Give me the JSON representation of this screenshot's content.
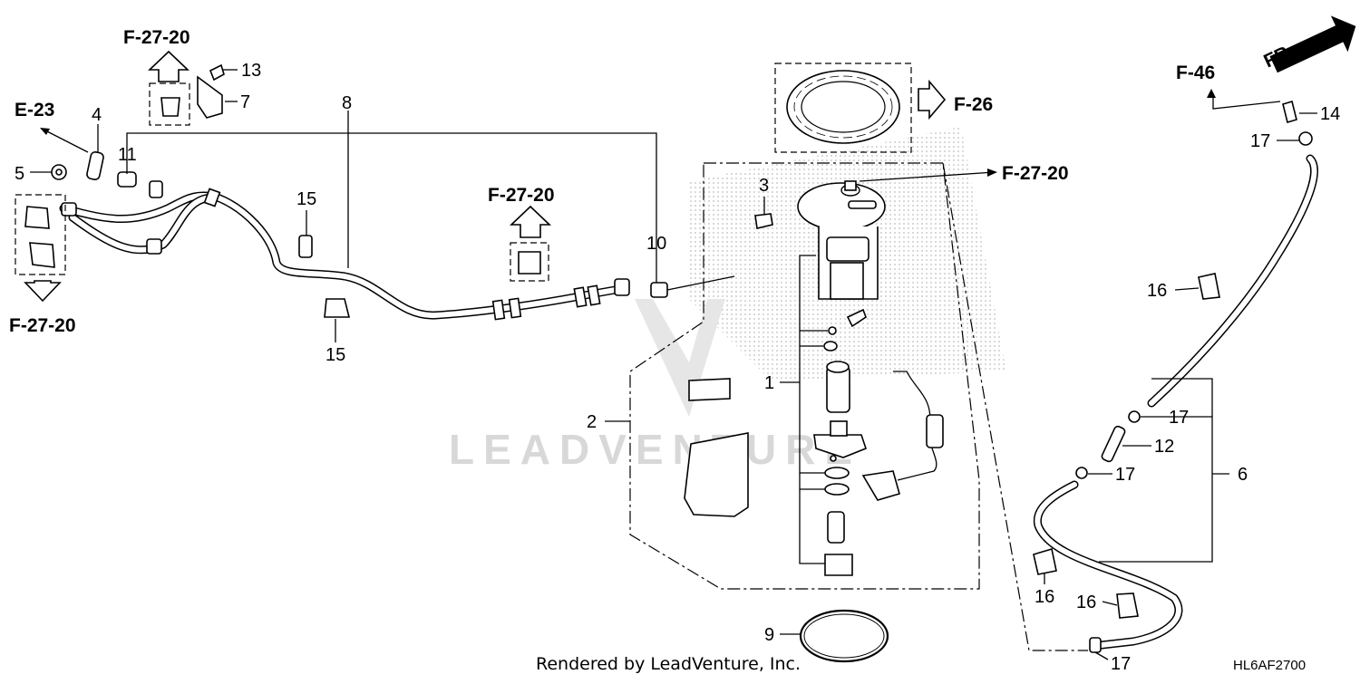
{
  "refs": {
    "f2720_top": "F-27-20",
    "e23": "E-23",
    "f2720_left": "F-27-20",
    "f2720_mid": "F-27-20",
    "f26": "F-26",
    "f2720_right": "F-27-20",
    "f46": "F-46",
    "fr": "FR."
  },
  "callouts": {
    "c1": "1",
    "c2": "2",
    "c3": "3",
    "c4": "4",
    "c5": "5",
    "c6": "6",
    "c7": "7",
    "c8": "8",
    "c9": "9",
    "c10": "10",
    "c11": "11",
    "c12": "12",
    "c13": "13",
    "c14": "14",
    "c15a": "15",
    "c15b": "15",
    "c16a": "16",
    "c16b": "16",
    "c16c": "16",
    "c17a": "17",
    "c17b": "17",
    "c17c": "17",
    "c17d": "17"
  },
  "watermark": "LEADVENTURE",
  "credit": "Rendered by LeadVenture, Inc.",
  "diagram_code": "HL6AF2700",
  "colors": {
    "line": "#000000",
    "watermark": "#d8d8d8",
    "dots": "#bdbdbd"
  }
}
